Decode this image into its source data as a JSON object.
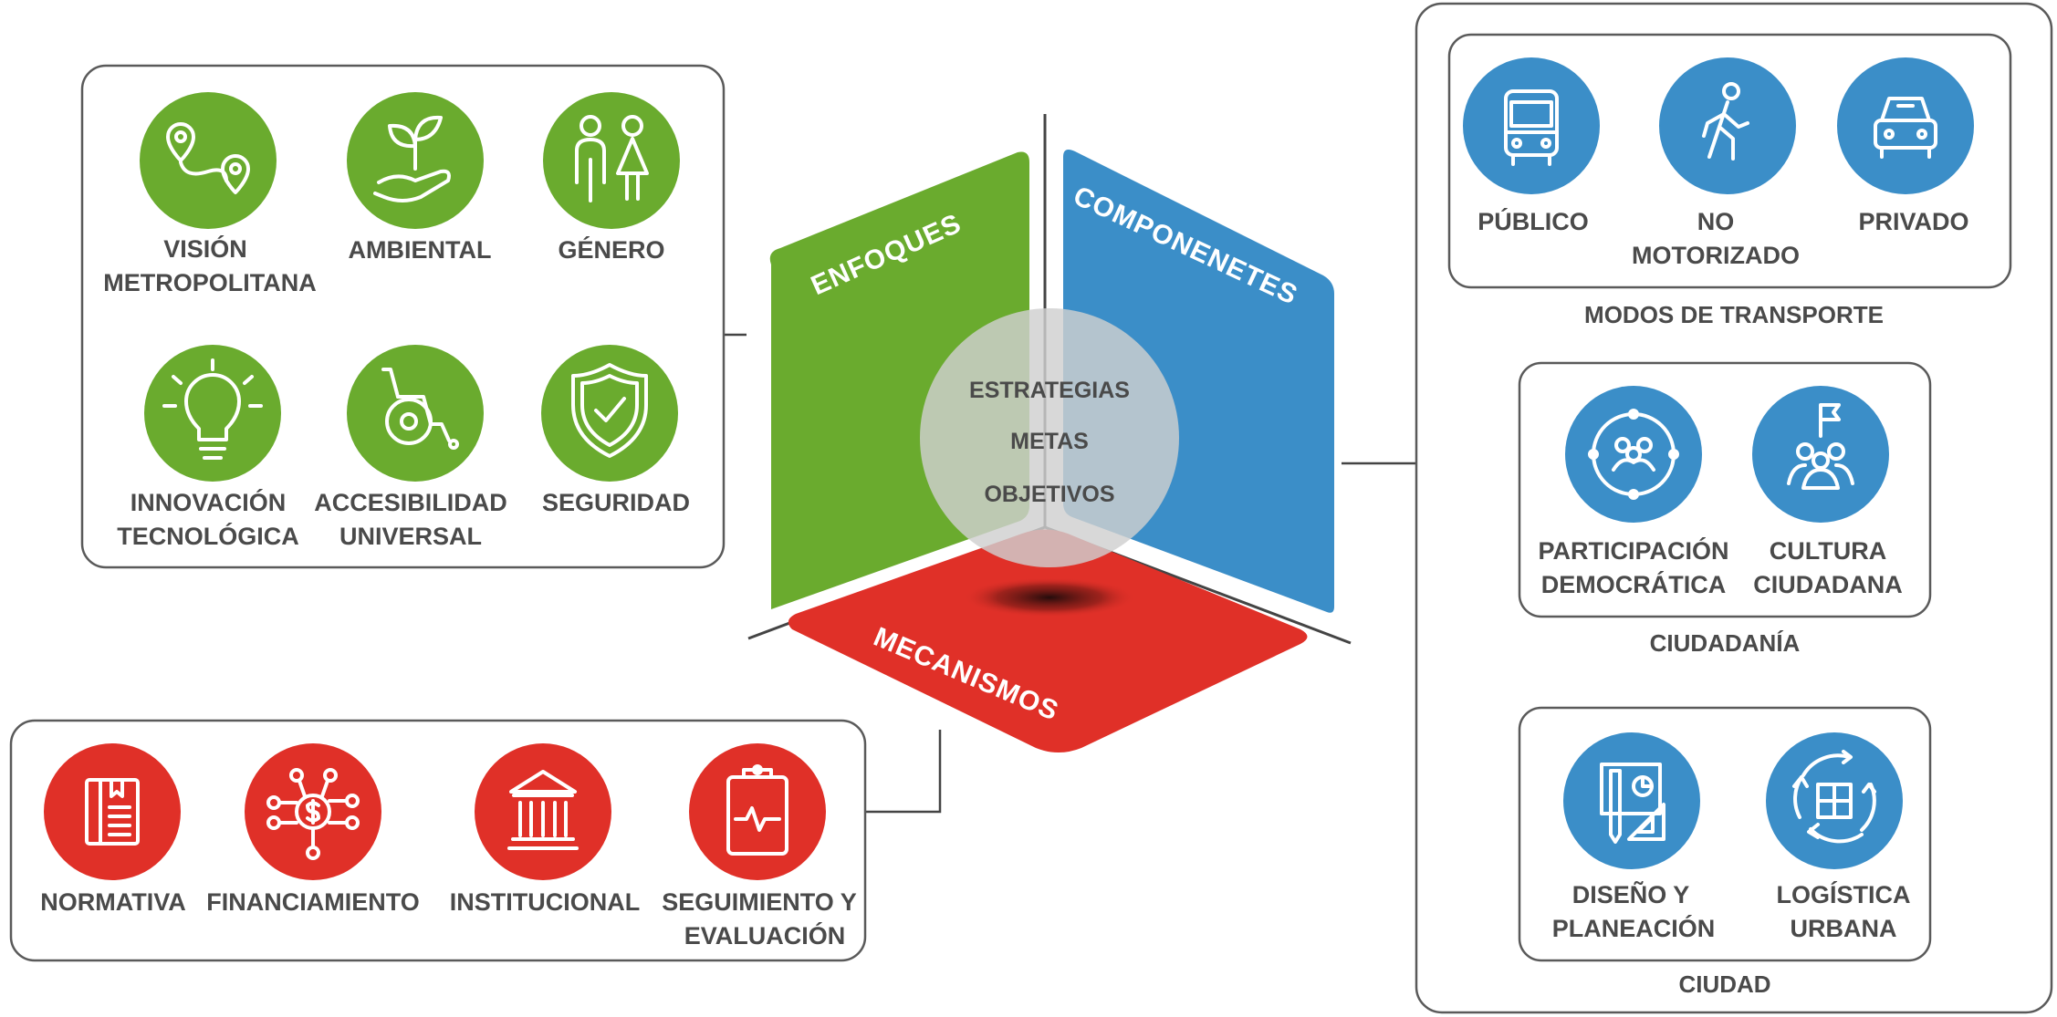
{
  "faces": {
    "enfoques": "ENFOQUES",
    "componentes": "COMPONENETES",
    "mecanismos": "MECANISMOS"
  },
  "center": [
    "ESTRATEGIAS",
    "METAS",
    "OBJETIVOS"
  ],
  "enfoques": [
    {
      "icon": "map-pin-route-icon",
      "lines": [
        "VISIÓN",
        "METROPOLITANA"
      ]
    },
    {
      "icon": "plant-hand-icon",
      "lines": [
        "AMBIENTAL"
      ]
    },
    {
      "icon": "man-woman-icon",
      "lines": [
        "GÉNERO"
      ]
    },
    {
      "icon": "lightbulb-icon",
      "lines": [
        "INNOVACIÓN",
        "TECNOLÓGICA"
      ]
    },
    {
      "icon": "wheelchair-icon",
      "lines": [
        "ACCESIBILIDAD",
        "UNIVERSAL"
      ]
    },
    {
      "icon": "shield-check-icon",
      "lines": [
        "SEGURIDAD"
      ]
    }
  ],
  "mecanismos": [
    {
      "icon": "book-icon",
      "lines": [
        "NORMATIVA"
      ]
    },
    {
      "icon": "money-network-icon",
      "lines": [
        "FINANCIAMIENTO"
      ]
    },
    {
      "icon": "institution-icon",
      "lines": [
        "INSTITUCIONAL"
      ]
    },
    {
      "icon": "clipboard-pulse-icon",
      "lines": [
        "SEGUIMIENTO Y",
        "EVALUACIÓN"
      ]
    }
  ],
  "componentes": {
    "modos": {
      "title": "MODOS DE TRANSPORTE",
      "items": [
        {
          "icon": "bus-icon",
          "lines": [
            "PÚBLICO"
          ]
        },
        {
          "icon": "walking-person-icon",
          "lines": [
            "NO",
            "MOTORIZADO"
          ]
        },
        {
          "icon": "car-icon",
          "lines": [
            "PRIVADO"
          ]
        }
      ]
    },
    "ciudadania": {
      "title": "CIUDADANÍA",
      "items": [
        {
          "icon": "community-circle-icon",
          "lines": [
            "PARTICIPACIÓN",
            "DEMOCRÁTICA"
          ]
        },
        {
          "icon": "group-flag-icon",
          "lines": [
            "CULTURA",
            "CIUDADANA"
          ]
        }
      ]
    },
    "ciudad": {
      "title": "CIUDAD",
      "items": [
        {
          "icon": "design-tools-icon",
          "lines": [
            "DISEÑO Y",
            "PLANEACIÓN"
          ]
        },
        {
          "icon": "puzzle-cycle-icon",
          "lines": [
            "LOGÍSTICA",
            "URBANA"
          ]
        }
      ]
    }
  },
  "colors": {
    "green": "#6aab2e",
    "blue": "#3b8ec8",
    "red": "#e03028",
    "text": "#4a4a4a"
  }
}
